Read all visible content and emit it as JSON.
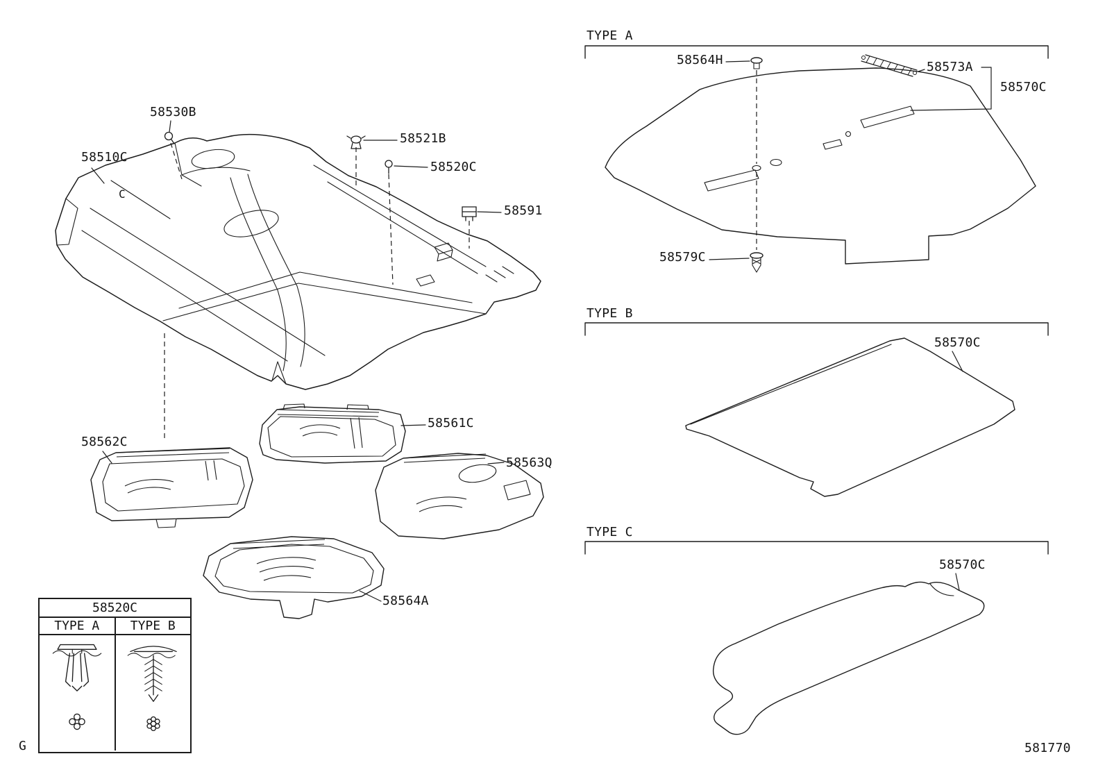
{
  "footer": {
    "sheet_letter": "G",
    "drawing_number": "581770"
  },
  "main_assembly": {
    "carpet_mark": "C",
    "labels": {
      "p58530B": "58530B",
      "p58510C": "58510C",
      "p58521B": "58521B",
      "p58520C": "58520C",
      "p58591": "58591",
      "p58562C": "58562C",
      "p58561C": "58561C",
      "p58563Q": "58563Q",
      "p58564A": "58564A"
    }
  },
  "clip_table": {
    "header": "58520C",
    "col_a": "TYPE A",
    "col_b": "TYPE B"
  },
  "section_type_a": {
    "title": "TYPE A",
    "labels": {
      "p58564H": "58564H",
      "p58573A": "58573A",
      "p58570C": "58570C",
      "p58579C": "58579C"
    }
  },
  "section_type_b": {
    "title": "TYPE B",
    "labels": {
      "p58570C": "58570C"
    }
  },
  "section_type_c": {
    "title": "TYPE C",
    "labels": {
      "p58570C": "58570C"
    }
  }
}
